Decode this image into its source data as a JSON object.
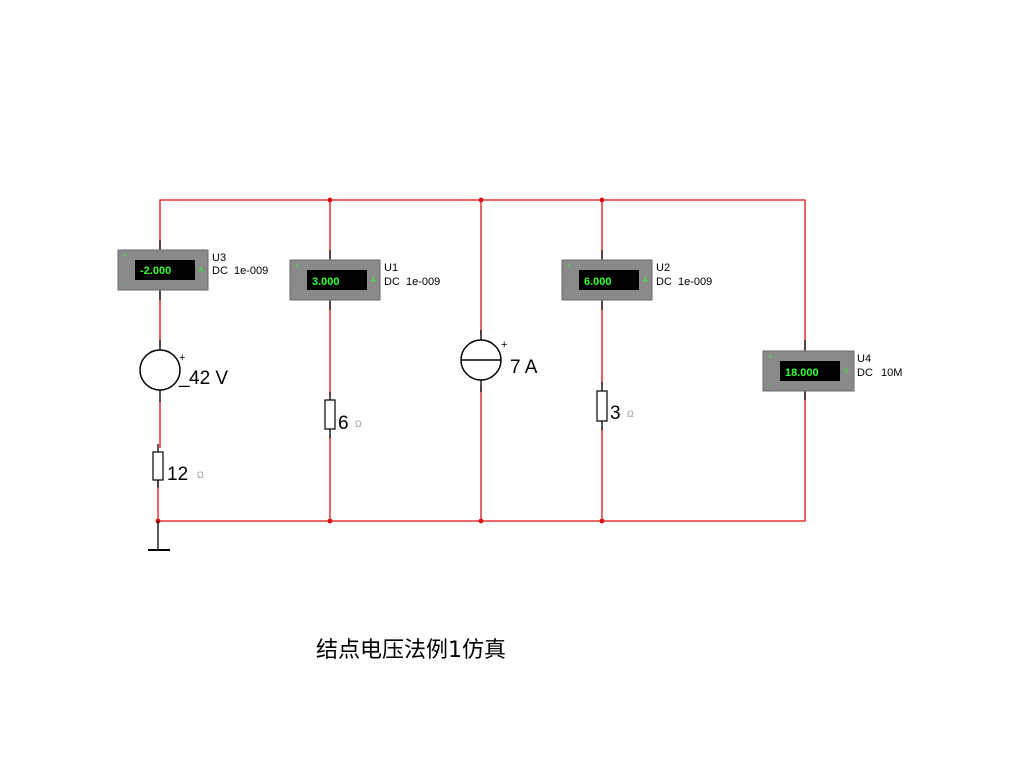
{
  "caption": "结点电压法例1仿真",
  "meters": {
    "U3": {
      "ref": "U3",
      "mode": "DC",
      "resistance": "1e-009",
      "reading": "-2.000",
      "unit_glyph": "A"
    },
    "U1": {
      "ref": "U1",
      "mode": "DC",
      "resistance": "1e-009",
      "reading": "3.000",
      "unit_glyph": "A"
    },
    "U2": {
      "ref": "U2",
      "mode": "DC",
      "resistance": "1e-009",
      "reading": "6.000",
      "unit_glyph": "A"
    },
    "U4": {
      "ref": "U4",
      "mode": "DC",
      "resistance": "10M",
      "reading": "18.000",
      "unit_glyph": "V"
    }
  },
  "voltage_source": {
    "value": "42 V",
    "plus": "+",
    "minus": "_"
  },
  "current_source": {
    "value": "7 A",
    "plus": "+"
  },
  "resistors": {
    "R12": {
      "value": "12",
      "unit_glyph": "Ω"
    },
    "R6": {
      "value": "6",
      "unit_glyph": "Ω"
    },
    "R3": {
      "value": "3",
      "unit_glyph": "Ω"
    }
  },
  "colors": {
    "wire": "#dd1111",
    "meter_body": "#8a8a8a",
    "meter_screen": "#000000",
    "meter_digits": "#33ff33"
  }
}
